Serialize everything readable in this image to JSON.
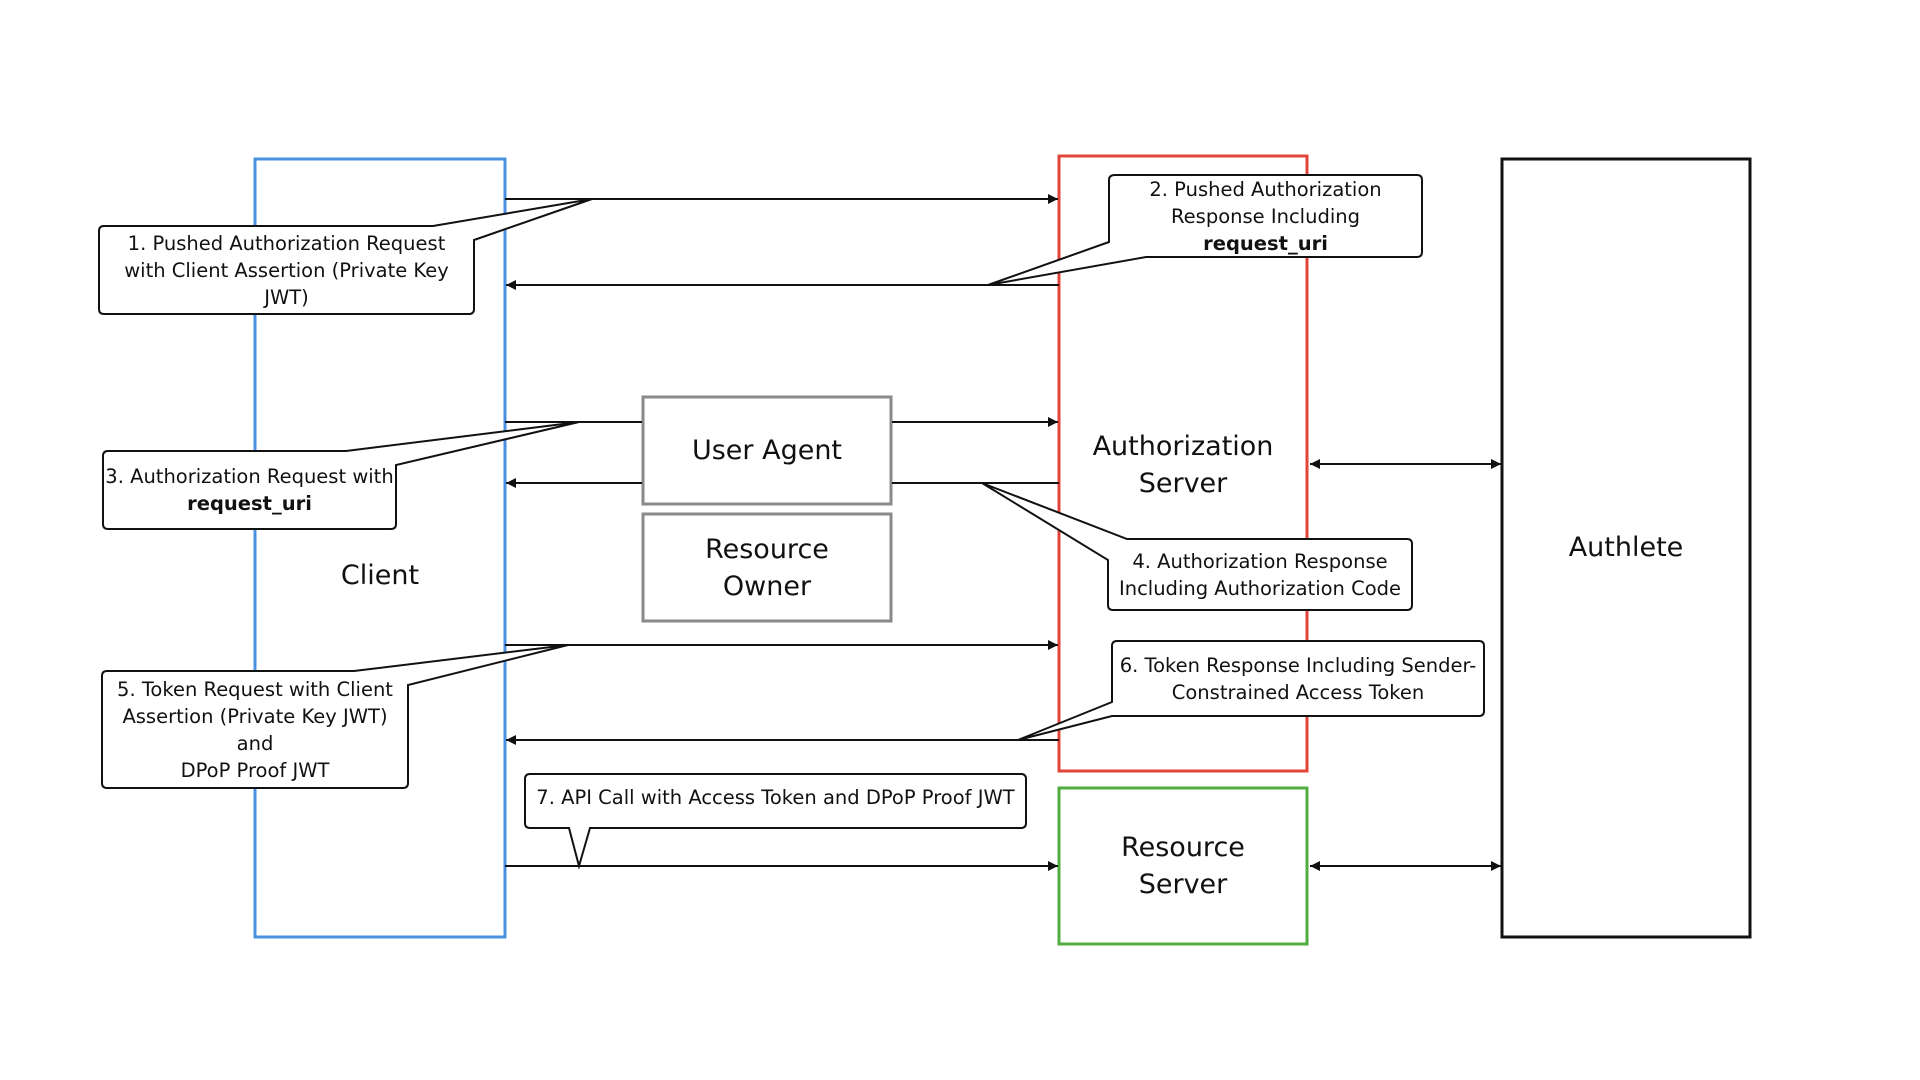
{
  "colors": {
    "client": "#4a90e2",
    "authorization_server": "#e0443a",
    "resource_server": "#52ac3f",
    "authlete": "#111111",
    "user_agent": "#8a8a8a"
  },
  "actors": {
    "client": "Client",
    "user_agent": "User Agent",
    "resource_owner_line1": "Resource",
    "resource_owner_line2": "Owner",
    "authorization_server_line1": "Authorization",
    "authorization_server_line2": "Server",
    "resource_server_line1": "Resource",
    "resource_server_line2": "Server",
    "authlete": "Authlete"
  },
  "steps": {
    "s1": {
      "line1": "1. Pushed Authorization Request",
      "line2": "with Client Assertion (Private Key JWT)"
    },
    "s2": {
      "line1": "2. Pushed Authorization",
      "line2_prefix": "Response Including ",
      "line2_bold": "request_uri"
    },
    "s3": {
      "line1": "3. Authorization Request with",
      "line2_bold": "request_uri"
    },
    "s4": {
      "line1": "4. Authorization Response",
      "line2": "Including Authorization Code"
    },
    "s5": {
      "line1": "5. Token Request with Client",
      "line2": "Assertion (Private Key JWT) and",
      "line3": "DPoP Proof JWT"
    },
    "s6": {
      "line1": "6. Token Response Including Sender-",
      "line2": "Constrained Access Token"
    },
    "s7": {
      "line1": "7. API Call with Access Token and DPoP Proof JWT"
    }
  }
}
